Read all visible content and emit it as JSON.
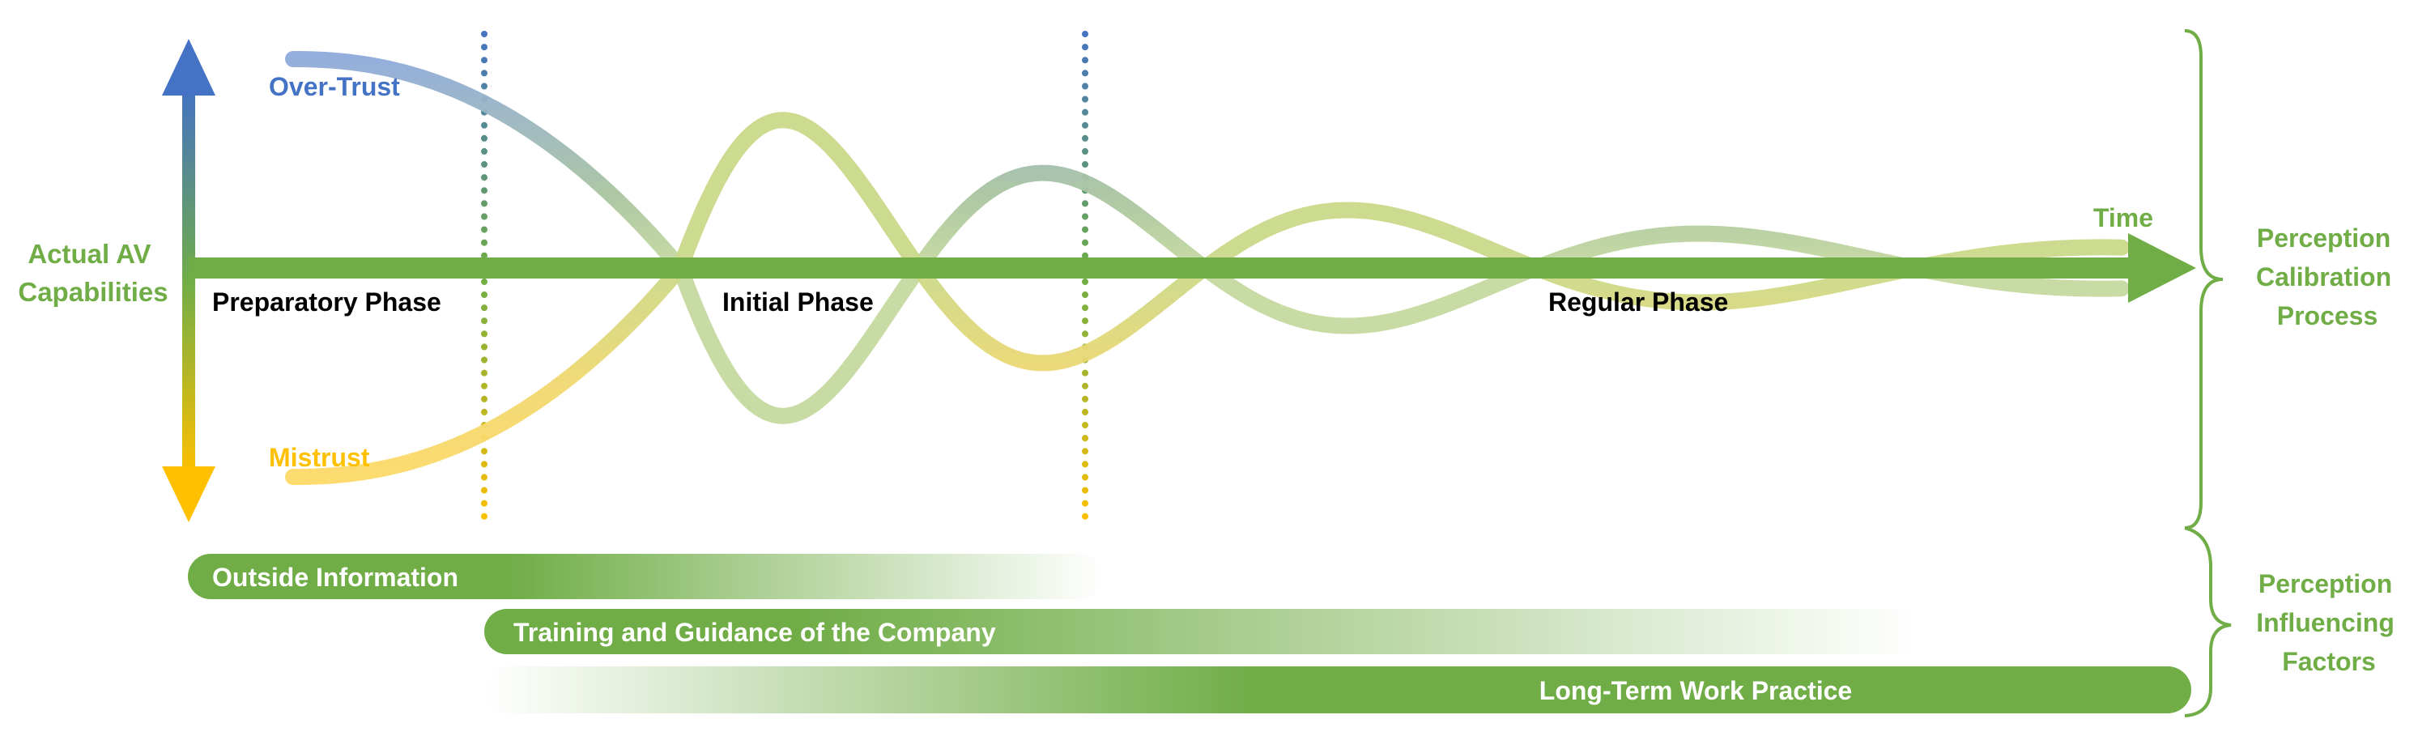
{
  "colors": {
    "green": "#70ad47",
    "blue": "#4472c4",
    "yellow": "#ffc000",
    "text_dark": "#000000",
    "text_white": "#ffffff"
  },
  "labels": {
    "y_axis": "Actual AV Capabilities",
    "y_axis_lines": [
      "Actual AV",
      "Capabilities"
    ],
    "over_trust": "Over-Trust",
    "mistrust": "Mistrust",
    "time": "Time",
    "phases": {
      "preparatory": "Preparatory Phase",
      "initial": "Initial Phase",
      "regular": "Regular Phase"
    }
  },
  "factors": {
    "outside_information": "Outside Information",
    "training": "Training and Guidance of the Company",
    "long_term": "Long-Term Work Practice"
  },
  "brackets": {
    "perception_calibration": {
      "text": "Perception Calibration Process",
      "lines": [
        "Perception",
        "Calibration",
        "Process"
      ]
    },
    "perception_influencing": {
      "text": "Perception Influencing Factors",
      "lines": [
        "Perception",
        "Influencing",
        "Factors"
      ]
    }
  }
}
